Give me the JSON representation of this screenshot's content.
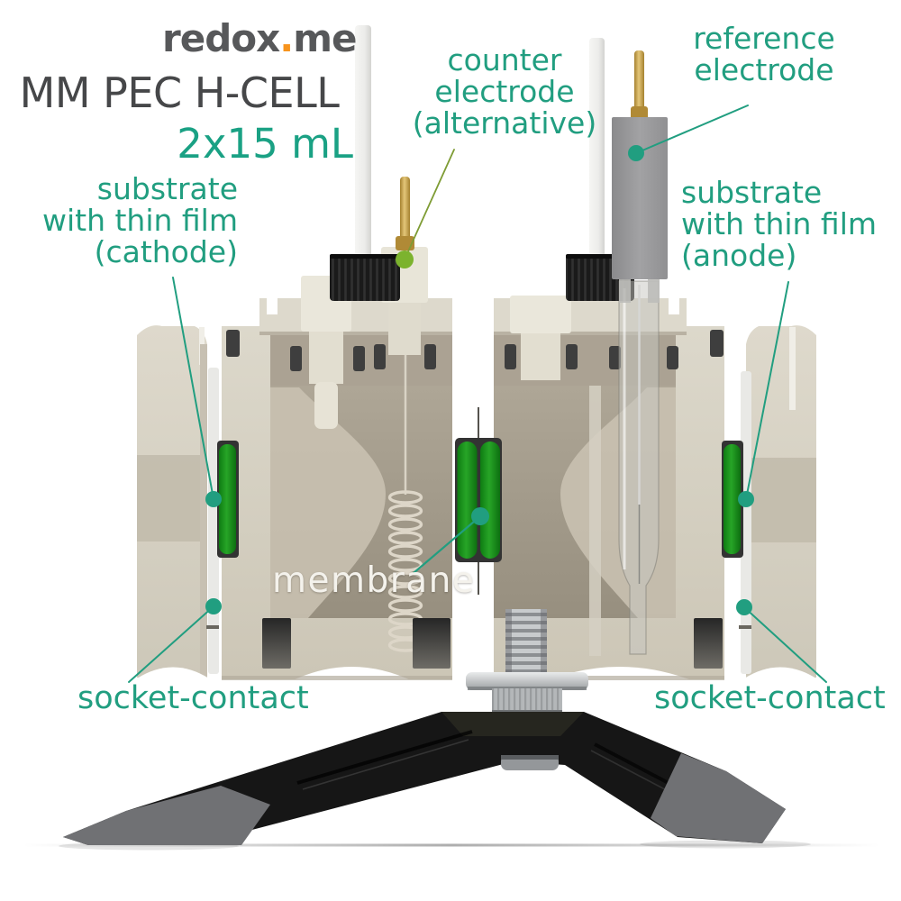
{
  "brand": {
    "part1": "redox",
    "dot": ".",
    "part2": "me"
  },
  "header": {
    "title": "MM PEC H-CELL",
    "volume": "2x15 mL"
  },
  "annotations": {
    "counter_electrode": "counter\nelectrode\n(alternative)",
    "reference_electrode": "reference\nelectrode",
    "substrate_cathode": "substrate\nwith thin film\n(cathode)",
    "substrate_anode": "substrate\nwith thin film\n(anode)",
    "membrane": "membrane",
    "socket_contact_left": "socket-contact",
    "socket_contact_right": "socket-contact"
  },
  "colors": {
    "label_teal": "#219e80",
    "volume_teal": "#1aa184",
    "leader_olive": "#7e9c34",
    "dot_olive": "#7cb32e",
    "title_gray": "#464749",
    "logo_gray": "#57585a",
    "logo_dot_orange": "#f7941d",
    "membrane_label_white": "#f4f2ec",
    "substrate_green": "#1a9a1e",
    "cell_body_cream": "#d6d2c4",
    "gold_pin": "#c9a554",
    "stand_black": "#161616",
    "foot_gray": "#707174"
  }
}
